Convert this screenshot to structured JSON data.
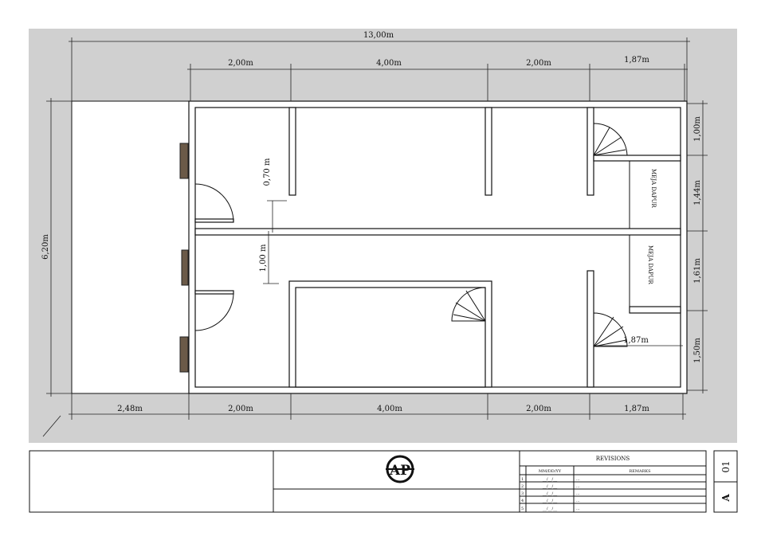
{
  "plan": {
    "overall_width": "13,00m",
    "overall_depth": "6,20m",
    "top_dims": [
      "2,00m",
      "4,00m",
      "2,00m",
      "1,87m"
    ],
    "bottom_dims": [
      "2,48m",
      "2,00m",
      "4,00m",
      "2,00m",
      "1,87m"
    ],
    "right_dims": [
      "1,00m",
      "1,44m",
      "1,61m",
      "1,50m"
    ],
    "inner_dims": [
      "0,70 m",
      "1,00 m",
      "1,87m"
    ],
    "labels": [
      "MEJA DAPUR",
      "MEJA DAPUR"
    ]
  },
  "title_block": {
    "logo_text": "AP",
    "revisions": {
      "title": "REVISIONS",
      "headers": [
        "MM/DD/YY",
        "REMARKS"
      ],
      "rows": [
        {
          "no": "1",
          "date": "__/__/__",
          "remark": "..."
        },
        {
          "no": "2",
          "date": "__/__/__",
          "remark": "..."
        },
        {
          "no": "3",
          "date": "__/__/__",
          "remark": "..."
        },
        {
          "no": "4",
          "date": "__/__/__",
          "remark": "..."
        },
        {
          "no": "5",
          "date": "__/__/__",
          "remark": "..."
        }
      ]
    },
    "sheet_number": "01",
    "sheet_letter": "A"
  }
}
